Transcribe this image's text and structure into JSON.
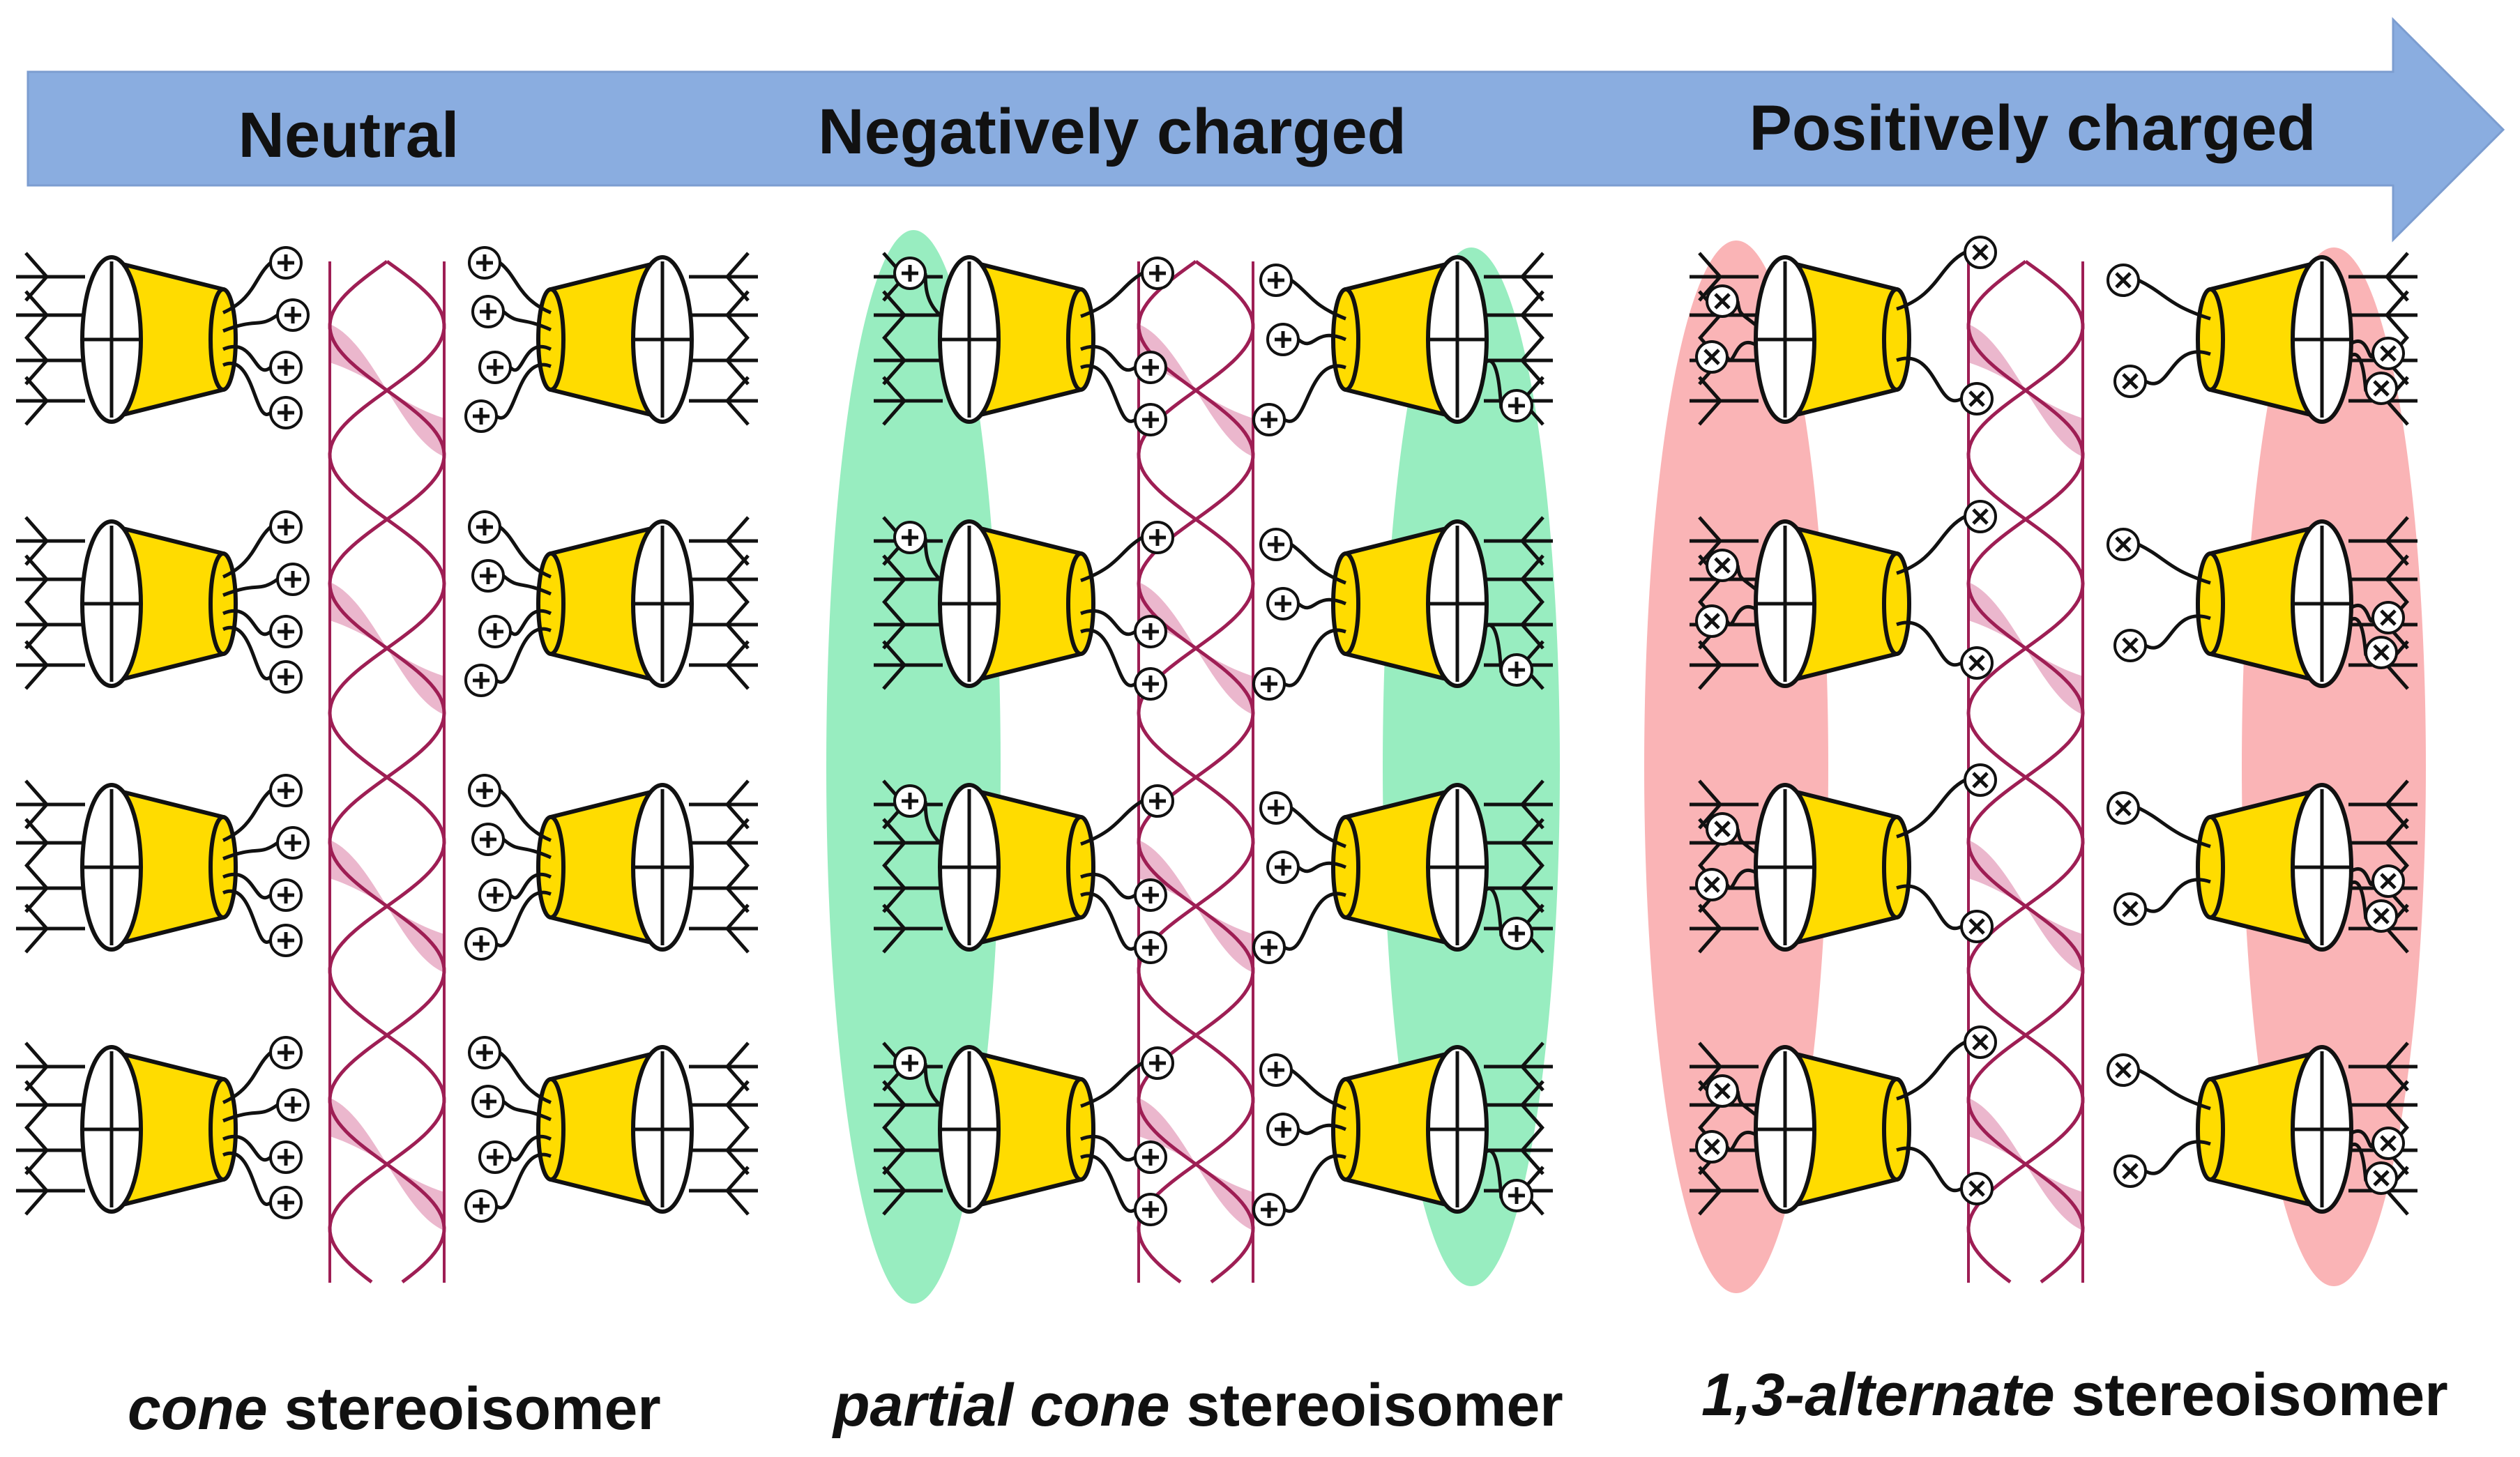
{
  "arrow": {
    "color": "#8aade0",
    "labels": [
      {
        "text": "Neutral"
      },
      {
        "text": "Negatively charged"
      },
      {
        "text": "Positively charged"
      }
    ]
  },
  "panels": [
    {
      "caption_italic": "cone",
      "caption_rest": " stereoisomer",
      "charge_symbol": "+",
      "highlight_color": ""
    },
    {
      "caption_italic": "partial cone",
      "caption_rest": " stereoisomer",
      "charge_symbol": "+",
      "highlight_color": "#98edc0"
    },
    {
      "caption_italic": "1,3-alternate",
      "caption_rest": " stereoisomer",
      "charge_symbol": "×",
      "highlight_color": "#fab4b6"
    }
  ],
  "colors": {
    "cone_fill": "#ffdc00",
    "helix_stroke": "#9e1e54",
    "helix_fill": "#e8aac4",
    "line": "#111111"
  }
}
